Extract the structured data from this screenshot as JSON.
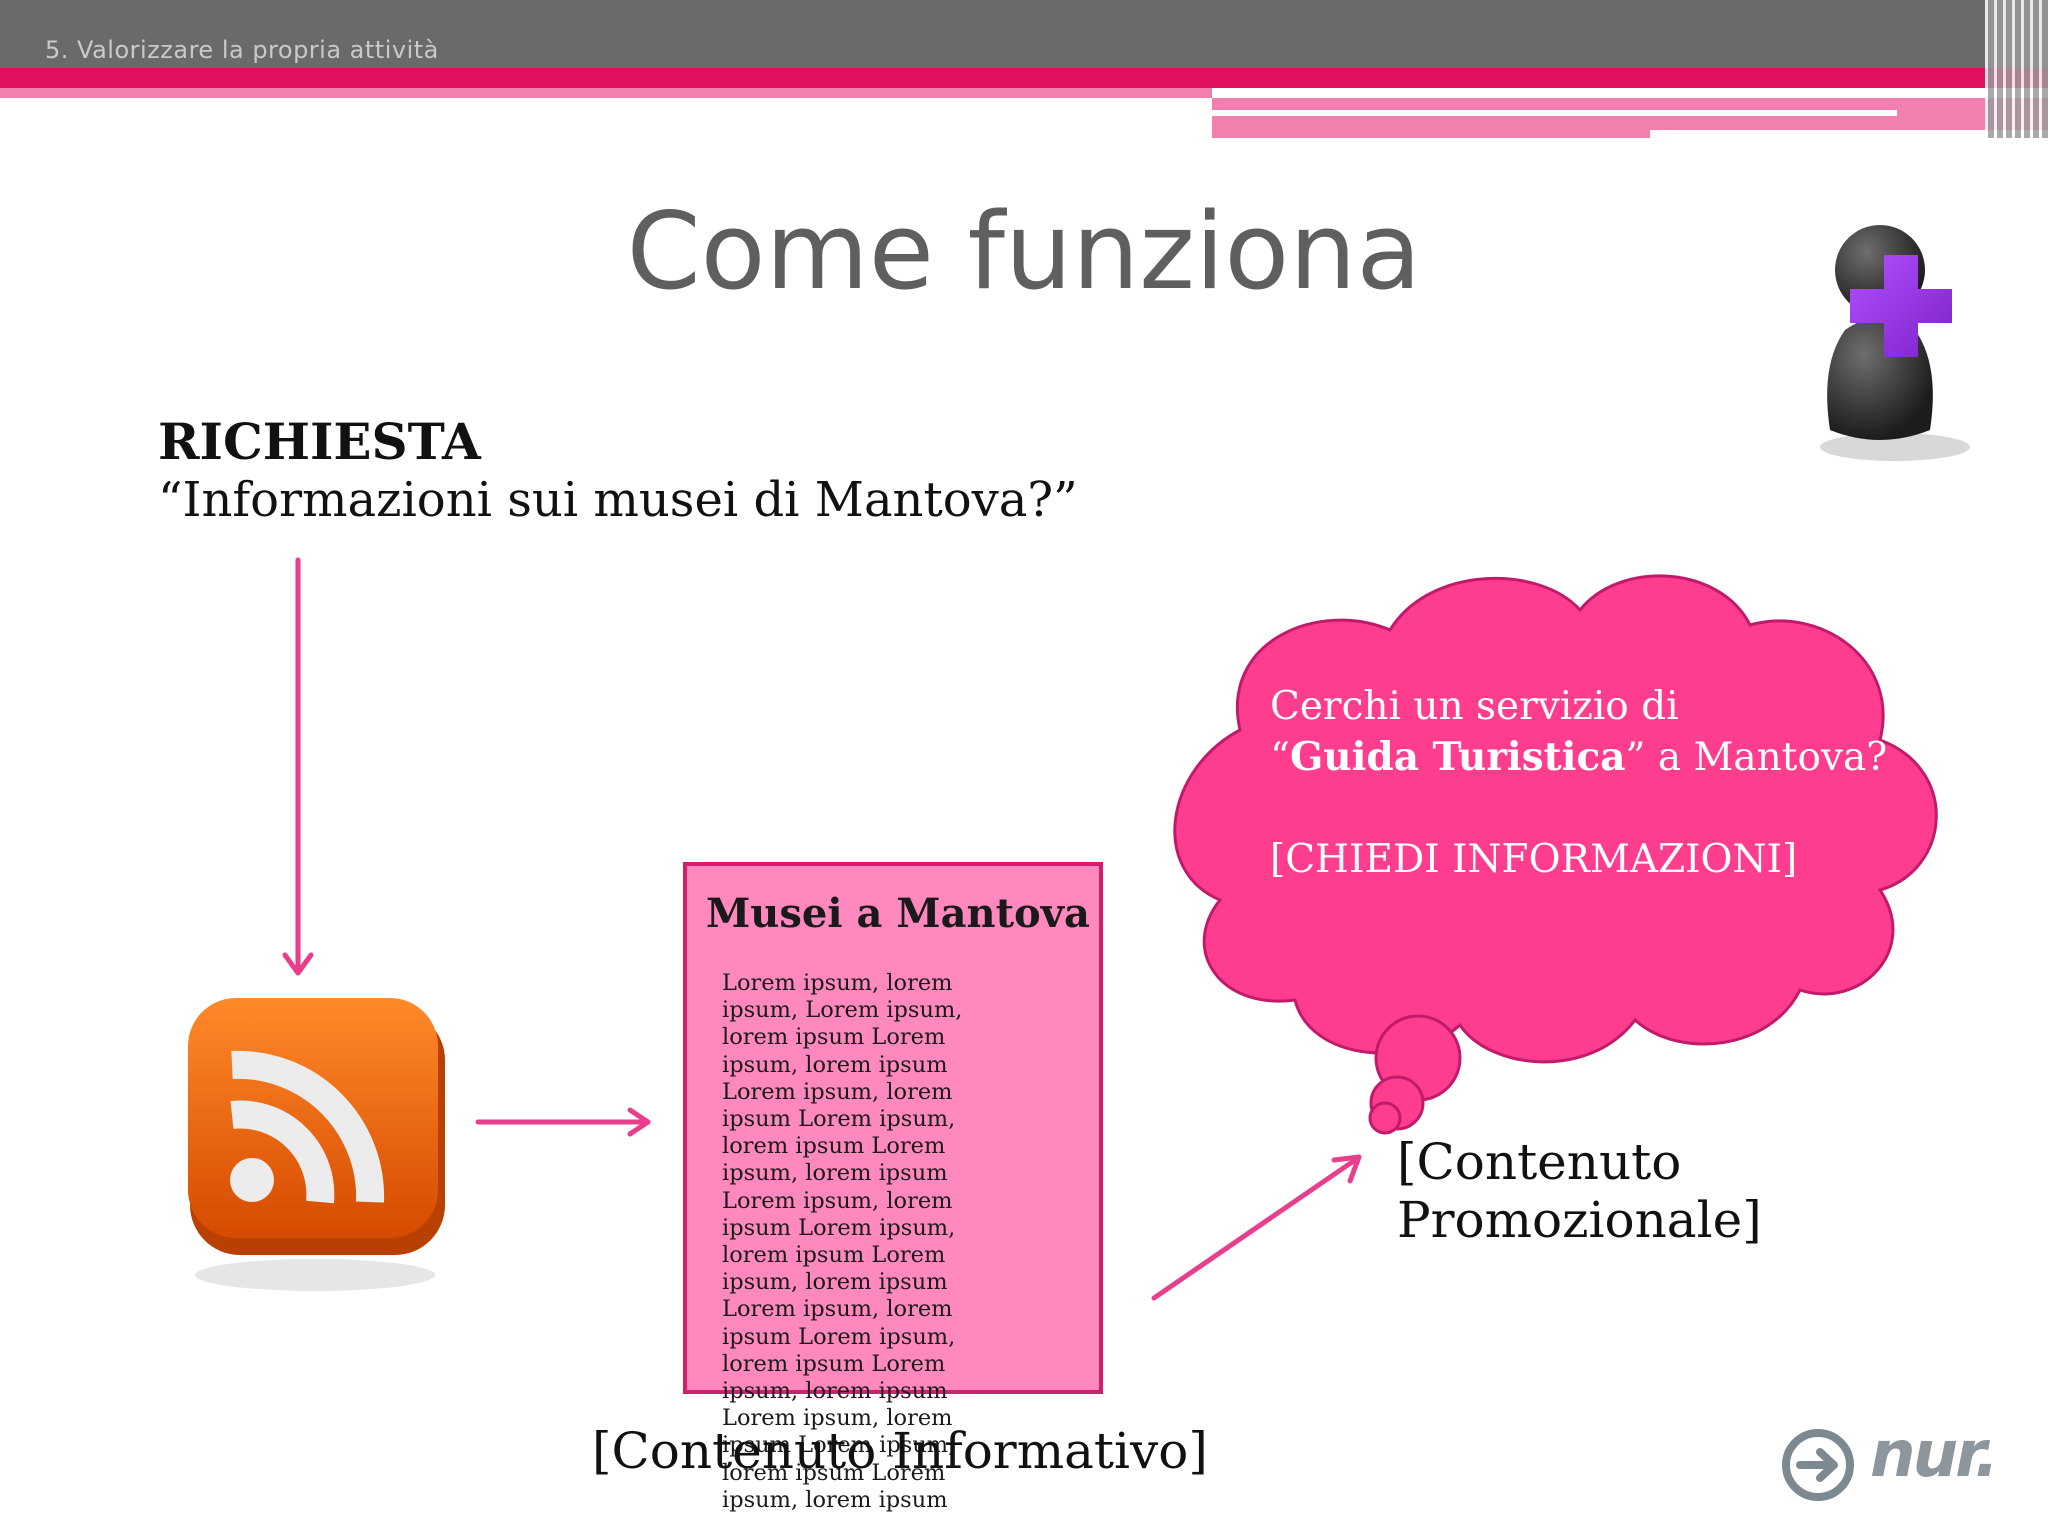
{
  "header": {
    "section_label": "5. Valorizzare la propria attività"
  },
  "slide": {
    "title": "Come funziona"
  },
  "request": {
    "heading": "RICHIESTA",
    "question": "“Informazioni sui musei di Mantova?”"
  },
  "info_box": {
    "title": "Musei a Mantova",
    "body": "Lorem ipsum, lorem ipsum, Lorem ipsum, lorem ipsum Lorem ipsum, lorem ipsum Lorem ipsum, lorem ipsum Lorem ipsum, lorem ipsum Lorem ipsum, lorem ipsum Lorem ipsum, lorem ipsum Lorem ipsum, lorem ipsum Lorem ipsum, lorem ipsum Lorem ipsum, lorem ipsum Lorem ipsum, lorem ipsum Lorem ipsum, lorem ipsum Lorem ipsum, lorem ipsum Lorem ipsum, lorem ipsum Lorem ipsum, lorem ipsum",
    "caption": "[Contenuto Informativo]"
  },
  "promo": {
    "line1": "Cerchi un servizio di",
    "line2_open": "“",
    "line2_bold": "Guida Turistica",
    "line2_close": "” a Mantova?",
    "cta": "[CHIEDI INFORMAZIONI]",
    "caption": "[Contenuto Promozionale]"
  },
  "logo": {
    "text": "nur."
  },
  "colors": {
    "accent_pink": "#e0115f",
    "cloud_pink": "#ff3d8f",
    "box_pink": "#ff88be",
    "arrow_pink": "#e83e8c"
  },
  "icons": [
    "rss-icon",
    "user-plus-icon",
    "nur-logo-icon"
  ]
}
